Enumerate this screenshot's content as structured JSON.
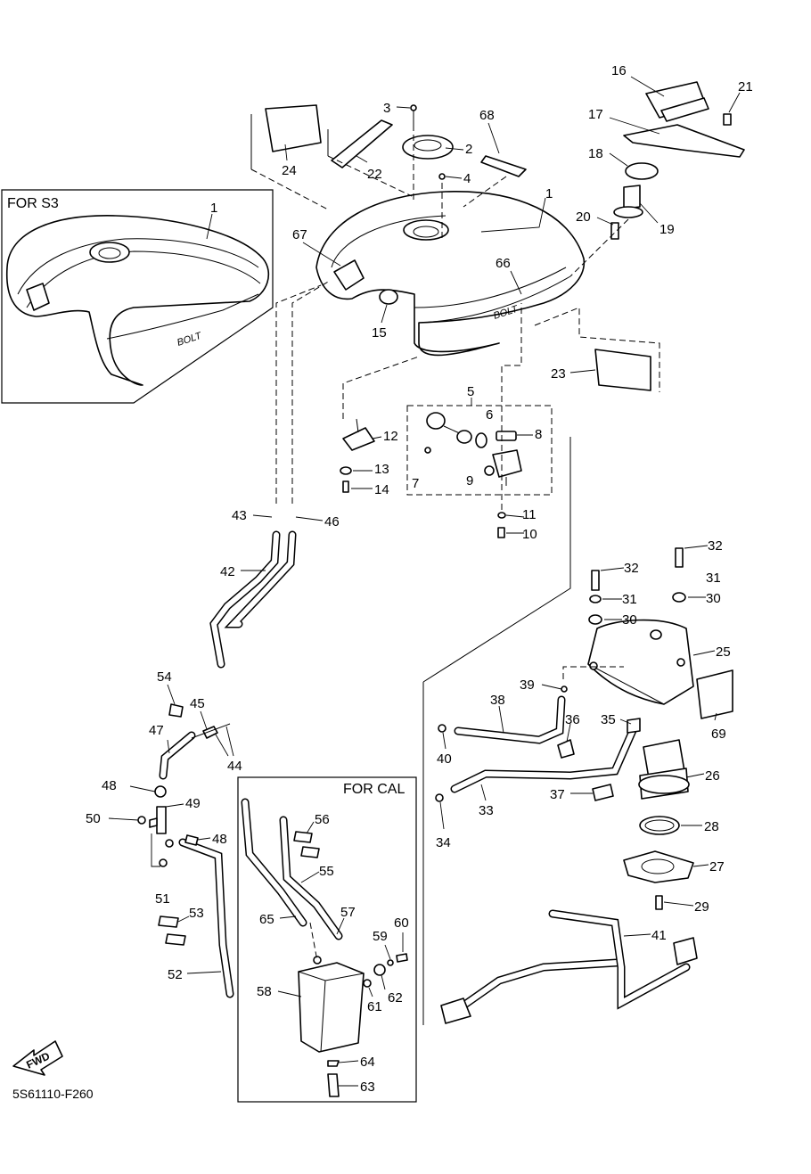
{
  "frames": {
    "for_s3": "FOR S3",
    "for_cal": "FOR CAL"
  },
  "fwd_arrow": "FWD",
  "drawing_number": "5S61110-F260",
  "tank_decal": "BOLT",
  "callouts": {
    "c1": "1",
    "c1s": "1",
    "c2": "2",
    "c3": "3",
    "c4": "4",
    "c5": "5",
    "c6": "6",
    "c7": "7",
    "c8": "8",
    "c9": "9",
    "c10": "10",
    "c11": "11",
    "c12": "12",
    "c13": "13",
    "c14": "14",
    "c15": "15",
    "c16": "16",
    "c17": "17",
    "c18": "18",
    "c19": "19",
    "c20": "20",
    "c21": "21",
    "c22": "22",
    "c23": "23",
    "c24": "24",
    "c25": "25",
    "c26": "26",
    "c27": "27",
    "c28": "28",
    "c29": "29",
    "c30a": "30",
    "c30b": "30",
    "c31a": "31",
    "c31b": "31",
    "c32a": "32",
    "c32b": "32",
    "c33": "33",
    "c34": "34",
    "c35": "35",
    "c36": "36",
    "c37": "37",
    "c38": "38",
    "c39": "39",
    "c40": "40",
    "c41": "41",
    "c42": "42",
    "c43": "43",
    "c44": "44",
    "c45": "45",
    "c46": "46",
    "c47": "47",
    "c48a": "48",
    "c48b": "48",
    "c49": "49",
    "c50": "50",
    "c51": "51",
    "c52": "52",
    "c53": "53",
    "c54": "54",
    "c55": "55",
    "c56": "56",
    "c57": "57",
    "c58": "58",
    "c59": "59",
    "c60": "60",
    "c61": "61",
    "c62": "62",
    "c63": "63",
    "c64": "64",
    "c65": "65",
    "c66": "66",
    "c67": "67",
    "c68": "68",
    "c69": "69"
  }
}
